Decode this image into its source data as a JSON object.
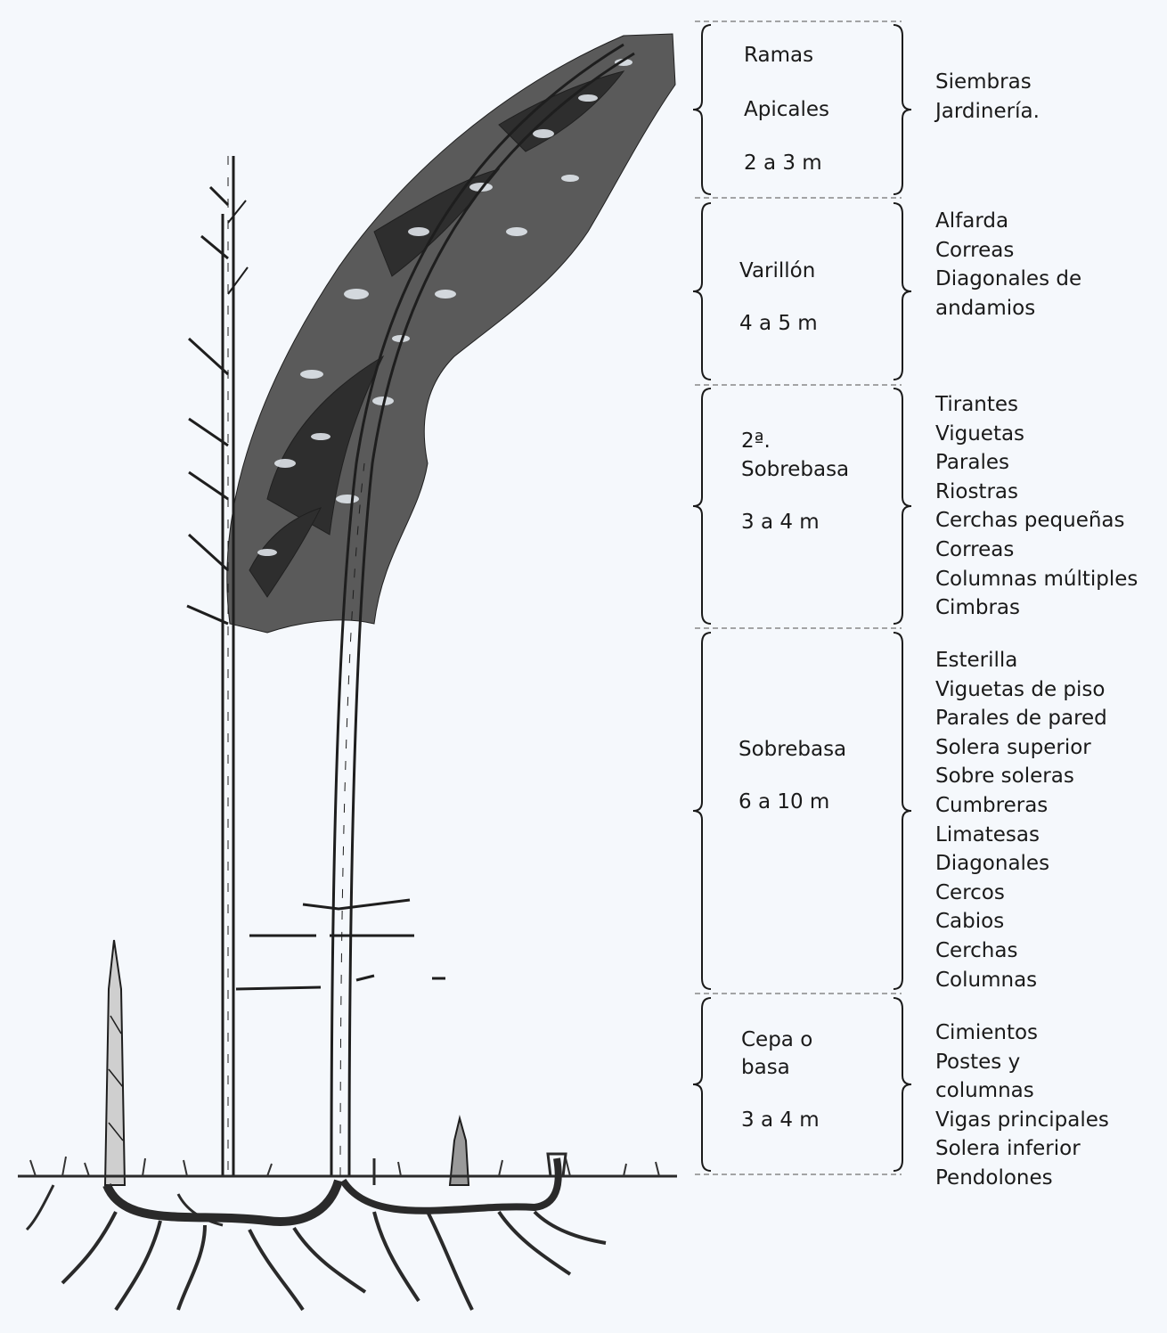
{
  "segments": [
    {
      "id": "ramas-apicales",
      "name_lines": [
        "Ramas",
        "Apicales"
      ],
      "length": "2 a 3 m",
      "uses": [
        "Siembras",
        "Jardinería."
      ]
    },
    {
      "id": "varillon",
      "name_lines": [
        "Varillón"
      ],
      "length": "4 a 5 m",
      "uses": [
        "Alfarda",
        "Correas",
        "Diagonales de",
        "andamios"
      ]
    },
    {
      "id": "segunda-sobrebasa",
      "name_lines": [
        "2ª.",
        "Sobrebasa"
      ],
      "length": "3 a 4 m",
      "uses": [
        "Tirantes",
        "Viguetas",
        "Parales",
        "Riostras",
        "Cerchas pequeñas",
        "Correas",
        "Columnas múltiples",
        "Cimbras"
      ]
    },
    {
      "id": "sobrebasa",
      "name_lines": [
        "Sobrebasa"
      ],
      "length": "6 a 10 m",
      "uses": [
        "Esterilla",
        "Viguetas de piso",
        "Parales de pared",
        "Solera superior",
        "Sobre soleras",
        "Cumbreras",
        "Limatesas",
        "Diagonales",
        "Cercos",
        "Cabios",
        "Cerchas",
        "Columnas"
      ]
    },
    {
      "id": "cepa-basa",
      "name_lines": [
        "Cepa o",
        "basa"
      ],
      "length": "3 a 4 m",
      "uses": [
        "Cimientos",
        "Postes y",
        "columnas",
        "Vigas principales",
        "Solera inferior",
        "Pendolones"
      ]
    }
  ],
  "colors": {
    "background": "#f5f8fc",
    "ink": "#1a1a1a",
    "foliage": "#3a3a3a",
    "divider": "#888888"
  }
}
